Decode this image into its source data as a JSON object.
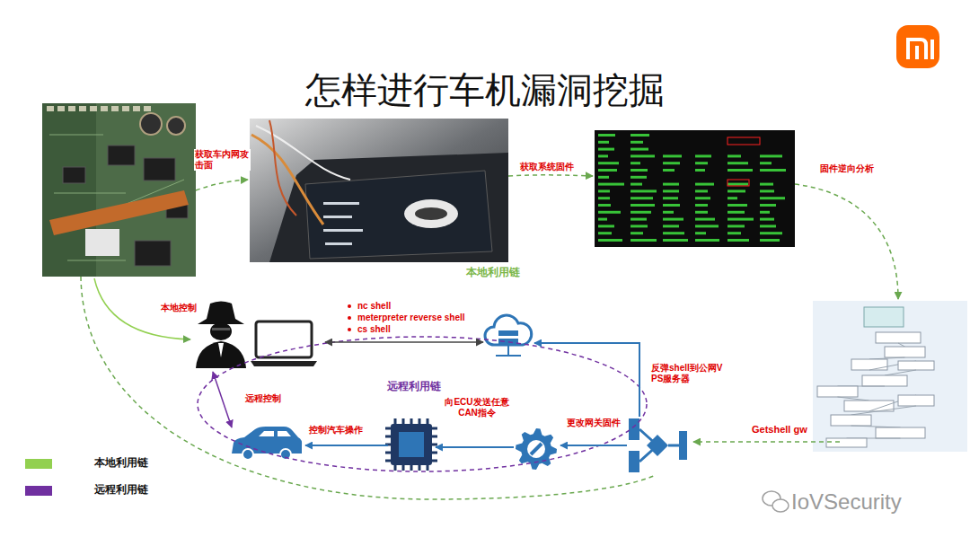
{
  "diagram": {
    "title": "怎样进行车机漏洞挖掘",
    "labels": [
      "获取车内网攻击面",
      "获取系统固件",
      "固件逆向分析",
      "本地利用链",
      "本地控制",
      "nc shell",
      "meterpreter reverse shell",
      "cs shell",
      "远程利用链",
      "远程控制",
      "反弹shell到公网VPS服务器",
      "Getshell gw",
      "更改网关固件",
      "向ECU发送任意CAN指令",
      "控制汽车操作",
      "IoVSecurity"
    ],
    "legend": [
      {
        "text": "本地利用链",
        "color": "#92d050"
      },
      {
        "text": "远程利用链",
        "color": "#7030a0"
      }
    ]
  }
}
